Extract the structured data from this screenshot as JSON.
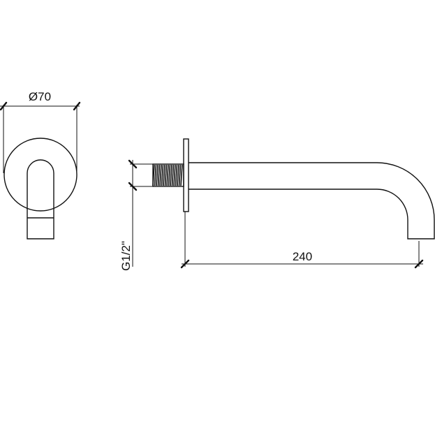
{
  "dimensions": {
    "diameter_label": "Ø70",
    "thread_label": "G1/2\"",
    "length_label": "240"
  },
  "colors": {
    "line": "#111111",
    "background": "#ffffff"
  }
}
